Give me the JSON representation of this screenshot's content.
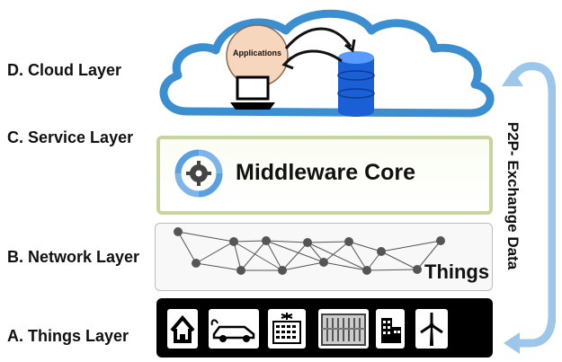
{
  "layers": {
    "cloud": "D. Cloud Layer",
    "service": "C. Service Layer",
    "network": "B. Network Layer",
    "things": "A. Things Layer"
  },
  "cloud": {
    "applications_label": "Applications"
  },
  "service": {
    "title": "Middleware Core"
  },
  "network": {
    "things_label": "Things"
  },
  "side_arrow": {
    "label": "P2P- Exchange Data"
  },
  "icons": [
    "cloud-icon",
    "laptop-icon",
    "database-icon",
    "cycle-gear-icon",
    "house-icon",
    "car-icon",
    "calendar-device-icon",
    "server-rack-icon",
    "building-icon",
    "wind-turbine-icon"
  ],
  "colors": {
    "cloud_stroke": "#3b8fd1",
    "service_border": "#c7d49f",
    "arrow": "#9dc7ea",
    "db": "#1b5fd6",
    "apps_circle": "#f6d7be"
  }
}
